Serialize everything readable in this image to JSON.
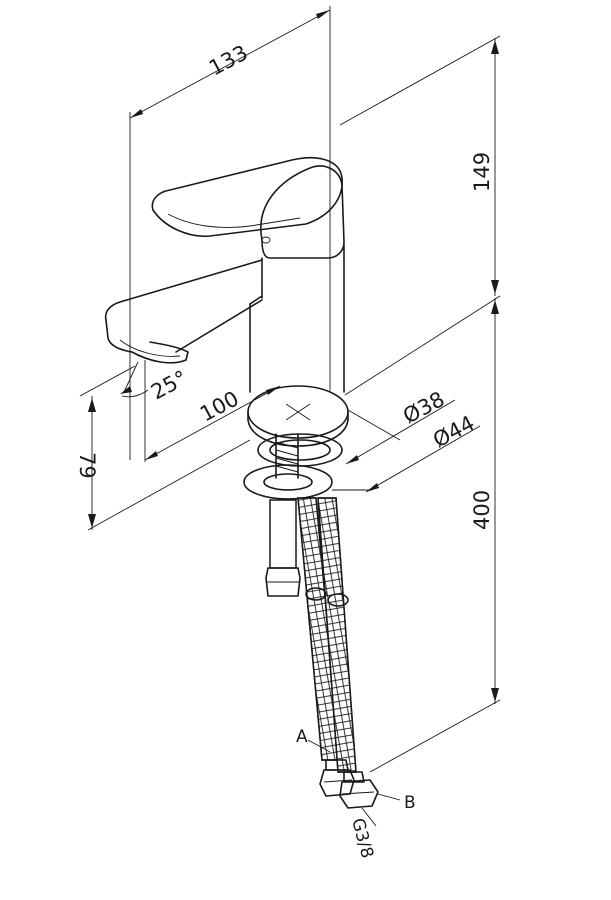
{
  "dimensions": {
    "width_total": "133",
    "height_top": "149",
    "height_hose": "400",
    "spout_reach": "100",
    "spout_height": "79",
    "spout_angle": "25°",
    "diameter_base": "Ø38",
    "diameter_flange": "Ø44"
  },
  "labels": {
    "inlet_a": "A",
    "inlet_b": "B",
    "thread": "G3/8"
  }
}
